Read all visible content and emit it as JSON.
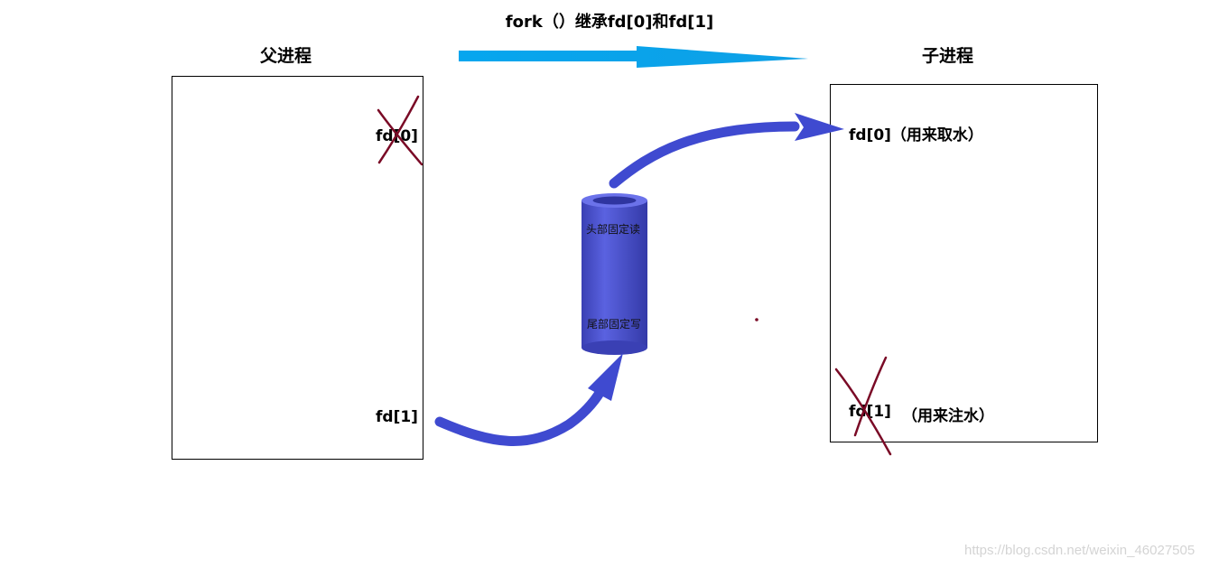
{
  "title": "fork（）继承fd[0]和fd[1]",
  "parent": {
    "label": "父进程",
    "fd0": "fd[0]",
    "fd1": "fd[1]",
    "fd0_crossed": true
  },
  "child": {
    "label": "子进程",
    "fd0": "fd[0]（用来取水）",
    "fd1_name": "fd[1]",
    "fd1_note": "（用来注水）",
    "fd1_crossed": true
  },
  "pipe": {
    "top_text": "头部固定读",
    "bottom_text": "尾部固定写",
    "color": "#4349c9"
  },
  "colors": {
    "fork_arrow": "#06a6ee",
    "flow_arrow": "#3f4ad0",
    "cross_mark": "#7a0a26"
  },
  "watermark": "https://blog.csdn.net/weixin_46027505"
}
